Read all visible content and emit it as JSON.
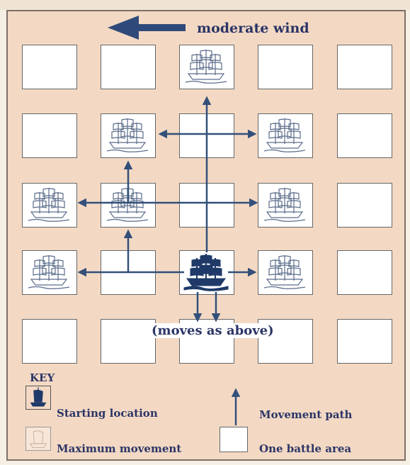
{
  "wind": {
    "label": "moderate wind"
  },
  "moves_note": "(moves as above)",
  "grid": {
    "rows": 5,
    "cols": 5
  },
  "ships": {
    "starting": [
      {
        "row": 3,
        "col": 2
      }
    ],
    "maximum": [
      {
        "row": 0,
        "col": 2
      },
      {
        "row": 1,
        "col": 1
      },
      {
        "row": 1,
        "col": 3
      },
      {
        "row": 2,
        "col": 0
      },
      {
        "row": 2,
        "col": 1
      },
      {
        "row": 2,
        "col": 3
      },
      {
        "row": 3,
        "col": 0
      },
      {
        "row": 3,
        "col": 3
      }
    ]
  },
  "key": {
    "title": "KEY",
    "starting_location": "Starting location",
    "maximum_movement": "Maximum movement",
    "movement_path": "Movement path",
    "battle_area": "One battle area"
  },
  "colors": {
    "background": "#f3d9c4",
    "arrow": "#33507a",
    "text": "#2b3566",
    "ship_fill": "#1f3a68",
    "ship_outline": "#5a6c8a"
  }
}
